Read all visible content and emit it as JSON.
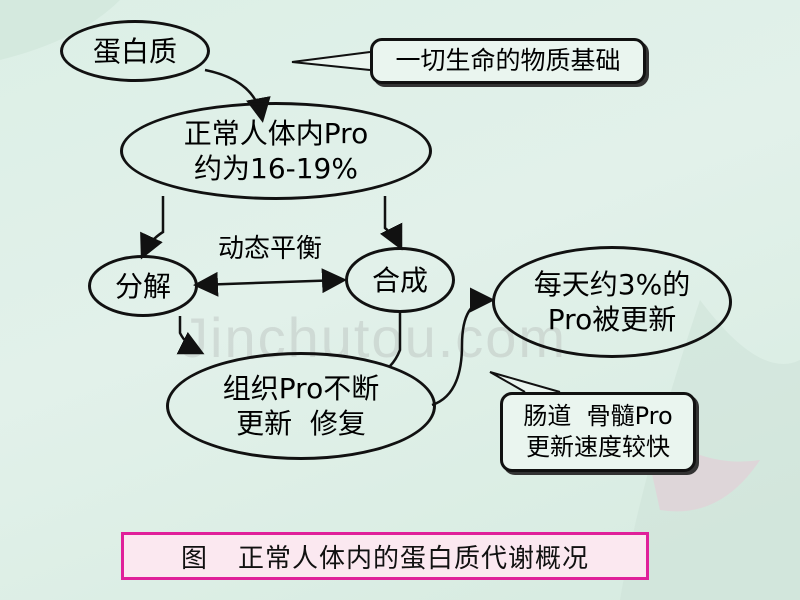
{
  "nodes": {
    "protein": "蛋白质",
    "protein_note": "一切生命的物质基础",
    "body_pro_line1": "正常人体内Pro",
    "body_pro_line2": "约为16-19%",
    "decompose": "分解",
    "synthesis": "合成",
    "balance": "动态平衡",
    "renewal_line1": "组织Pro不断",
    "renewal_line2": "更新  修复",
    "daily_line1": "每天约3%的",
    "daily_line2": "Pro被更新",
    "fast_line1": "肠道  骨髓Pro",
    "fast_line2": "更新速度较快"
  },
  "caption": {
    "fig": "图",
    "text": "正常人体内的蛋白质代谢概况"
  },
  "watermark": "Jinchutou.com",
  "colors": {
    "caption_border": "#e0209a",
    "caption_bg": "#fbe8f0"
  }
}
